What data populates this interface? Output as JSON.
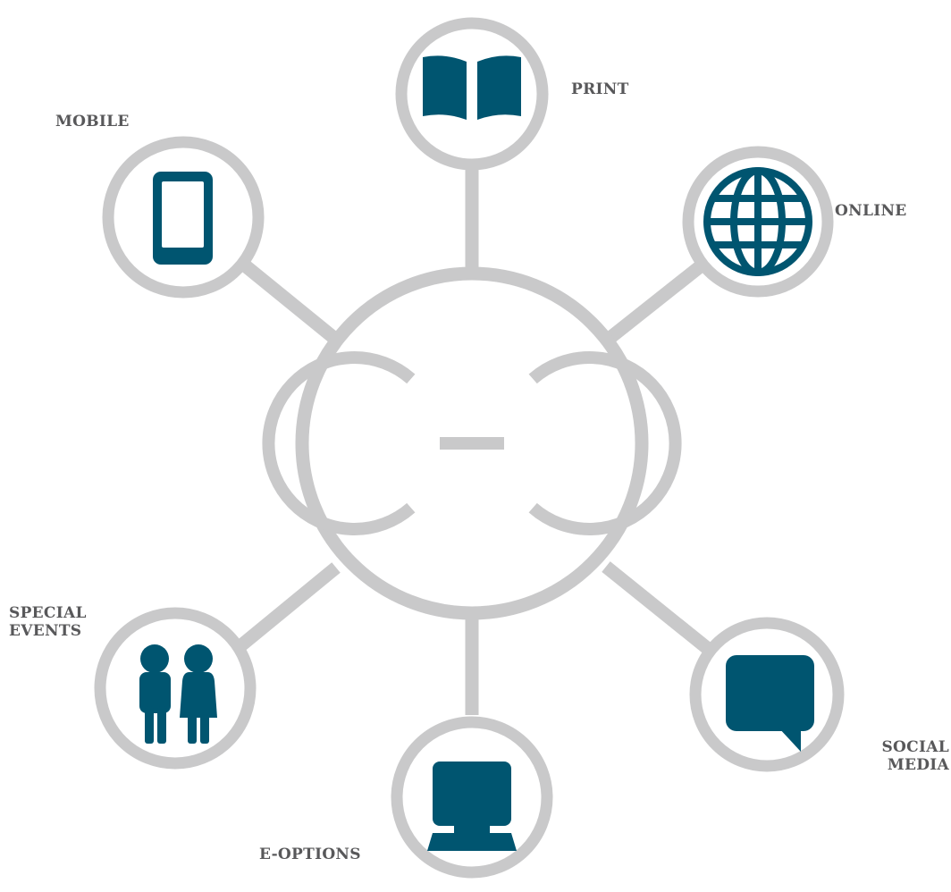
{
  "colors": {
    "ring": "#c9c9ca",
    "icon": "#005570",
    "label": "#58585a",
    "background": "#ffffff"
  },
  "hub": {
    "icon": "interlocking-c-logo-icon"
  },
  "channels": {
    "print": {
      "label": "PRINT",
      "icon": "open-book-icon"
    },
    "online": {
      "label": "ONLINE",
      "icon": "globe-icon"
    },
    "mobile": {
      "label": "MOBILE",
      "icon": "tablet-icon"
    },
    "special_events": {
      "line1": "SPECIAL",
      "line2": "EVENTS",
      "icon": "people-icon"
    },
    "social_media": {
      "line1": "SOCIAL",
      "line2": "MEDIA",
      "icon": "speech-bubble-icon"
    },
    "e_options": {
      "label": "E-OPTIONS",
      "icon": "computer-monitor-icon"
    }
  }
}
